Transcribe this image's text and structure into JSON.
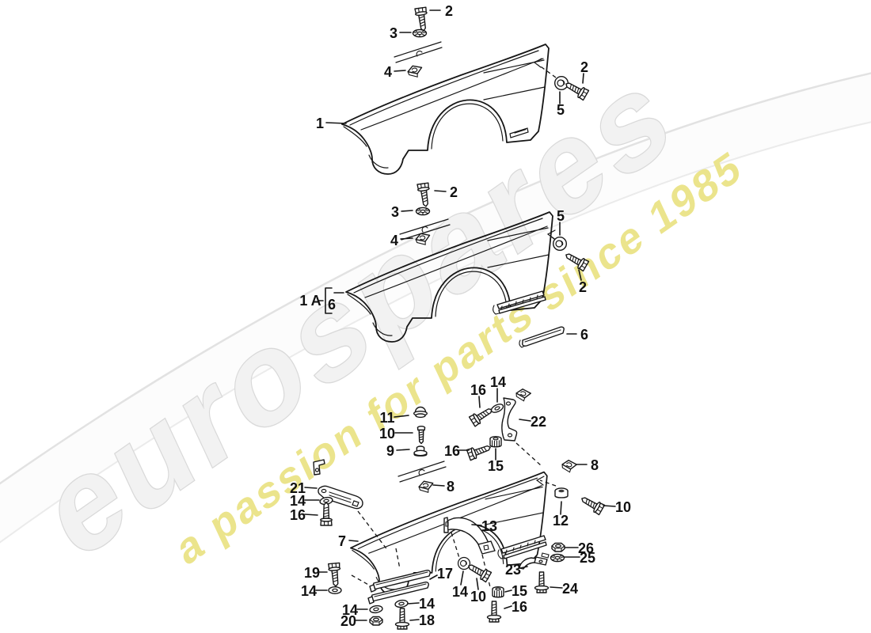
{
  "palette": {
    "ink": "#161616",
    "background": "#ffffff"
  },
  "watermark": {
    "brand": "eurospares",
    "tagline": "a passion for parts since 1985",
    "brand_fill": "#f2f2f2",
    "brand_outline": "#d9d9d9",
    "tagline_color": "#ebe48c",
    "swoosh_edge": "#e2e2e2"
  },
  "diagram": {
    "labels": [
      {
        "n": "2"
      },
      {
        "n": "3"
      },
      {
        "n": "4"
      },
      {
        "n": "1"
      },
      {
        "n": "2"
      },
      {
        "n": "5"
      },
      {
        "n": "2"
      },
      {
        "n": "3"
      },
      {
        "n": "4"
      },
      {
        "n": "1 A"
      },
      {
        "n": "6"
      },
      {
        "n": "5"
      },
      {
        "n": "2"
      },
      {
        "n": "6"
      },
      {
        "n": "16"
      },
      {
        "n": "14"
      },
      {
        "n": "22"
      },
      {
        "n": "11"
      },
      {
        "n": "10"
      },
      {
        "n": "9"
      },
      {
        "n": "16"
      },
      {
        "n": "15"
      },
      {
        "n": "8"
      },
      {
        "n": "21"
      },
      {
        "n": "14"
      },
      {
        "n": "16"
      },
      {
        "n": "8"
      },
      {
        "n": "12"
      },
      {
        "n": "10"
      },
      {
        "n": "7"
      },
      {
        "n": "13"
      },
      {
        "n": "26"
      },
      {
        "n": "25"
      },
      {
        "n": "23"
      },
      {
        "n": "24"
      },
      {
        "n": "19"
      },
      {
        "n": "14"
      },
      {
        "n": "17"
      },
      {
        "n": "14"
      },
      {
        "n": "20"
      },
      {
        "n": "14"
      },
      {
        "n": "18"
      },
      {
        "n": "14"
      },
      {
        "n": "10"
      },
      {
        "n": "15"
      },
      {
        "n": "16"
      }
    ]
  }
}
